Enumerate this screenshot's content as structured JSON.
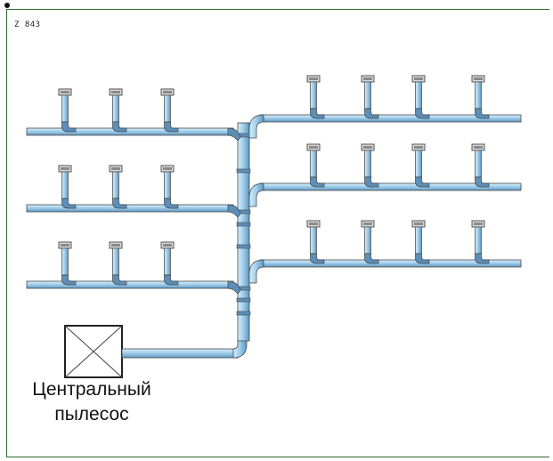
{
  "header": {
    "code": "Z 843"
  },
  "unit": {
    "caption_line1": "Центральный",
    "caption_line2": "пылесос"
  },
  "colors": {
    "frame": "#2e6b2e",
    "pipe_fill": "#a9d3ec",
    "pipe_dark": "#5b8fb9",
    "pipe_edge": "#4a4a4a",
    "inlet": "#6c6c6c"
  },
  "branches": {
    "left_rows": 3,
    "left_inlets_per_row": 3,
    "right_rows": 3,
    "right_inlets_per_row": 4
  }
}
